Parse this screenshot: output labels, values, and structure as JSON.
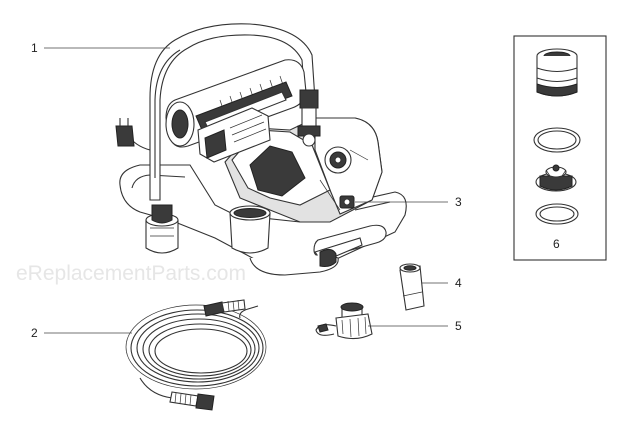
{
  "watermark": "eReplacementParts.com",
  "callouts": {
    "c1": "1",
    "c2": "2",
    "c3": "3",
    "c4": "4",
    "c5": "5",
    "c6": "6"
  }
}
